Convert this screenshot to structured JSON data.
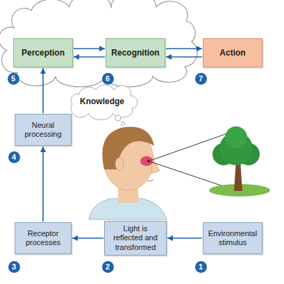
{
  "diagram": {
    "nodes": [
      {
        "text": [
          "Perception"
        ]
      },
      {
        "text": [
          "Recognition"
        ]
      },
      {
        "text": [
          "Action"
        ]
      },
      {
        "text": [
          "Neural processing"
        ]
      },
      {
        "text": [
          "Receptor processes"
        ]
      },
      {
        "text": [
          "Light is reflected and transformed"
        ]
      },
      {
        "text": [
          "Environmental stimulus"
        ]
      }
    ],
    "edges": [
      {
        "from": 0,
        "to": 1,
        "arrow": "to"
      },
      {
        "from": 1,
        "to": 0,
        "arrow": "to"
      },
      {
        "from": 1,
        "to": 2,
        "arrow": "to"
      },
      {
        "from": 2,
        "to": 1,
        "arrow": "to"
      },
      {
        "from": 3,
        "to": 0,
        "arrow": "to"
      },
      {
        "from": 4,
        "to": 3,
        "arrow": "to"
      },
      {
        "from": 5,
        "to": 4,
        "arrow": "to"
      },
      {
        "from": 6,
        "to": 5,
        "arrow": "to"
      }
    ],
    "labels": [
      "5",
      "6",
      "7",
      "Knowledge",
      "4",
      "3",
      "2",
      "1"
    ]
  }
}
